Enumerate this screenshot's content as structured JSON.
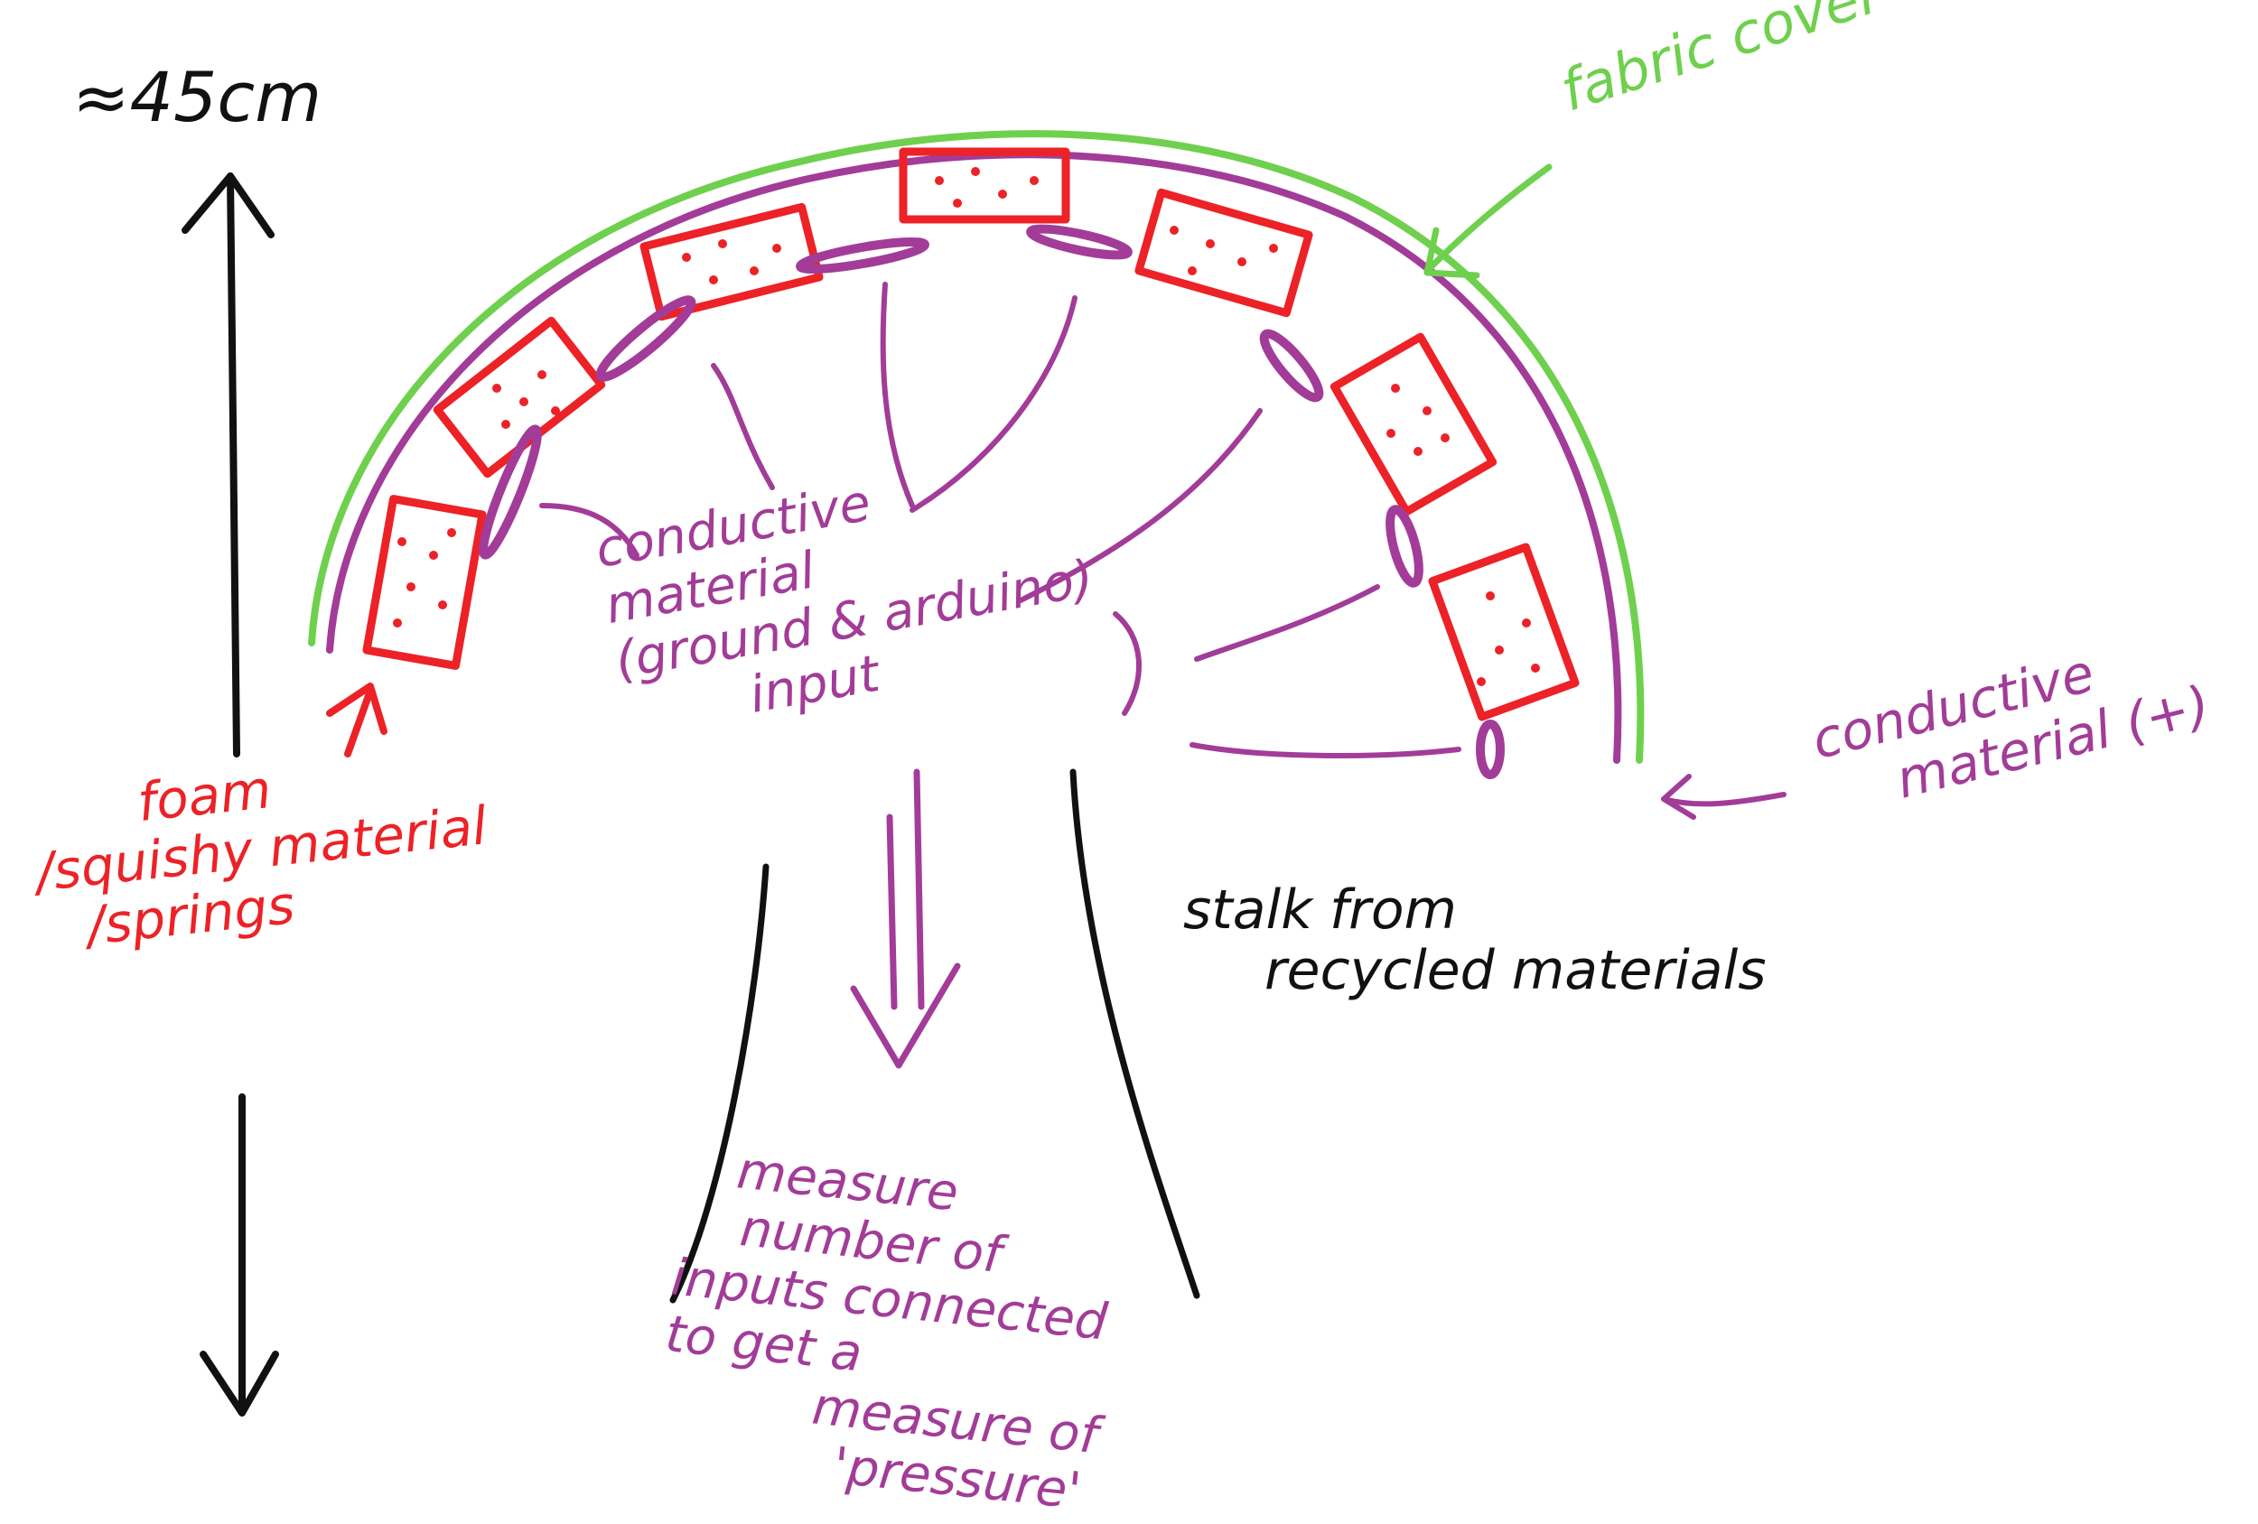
{
  "labels": {
    "height": "≈45cm",
    "fabric_cover": "fabric cover",
    "conductive_inner": [
      "conductive",
      "material",
      "(ground & arduino)",
      "input"
    ],
    "conductive_plus": [
      "conductive",
      "material (+)"
    ],
    "foam": [
      "foam",
      "/squishy material",
      "/springs"
    ],
    "stalk": [
      "stalk from",
      "recycled materials"
    ],
    "measure": [
      "measure",
      "number of",
      "inputs connected",
      "to get a",
      "measure of",
      "'pressure'"
    ]
  },
  "colors": {
    "black": "#111111",
    "red": "#ec2227",
    "purple": "#a23c98",
    "green": "#6fd04e"
  }
}
